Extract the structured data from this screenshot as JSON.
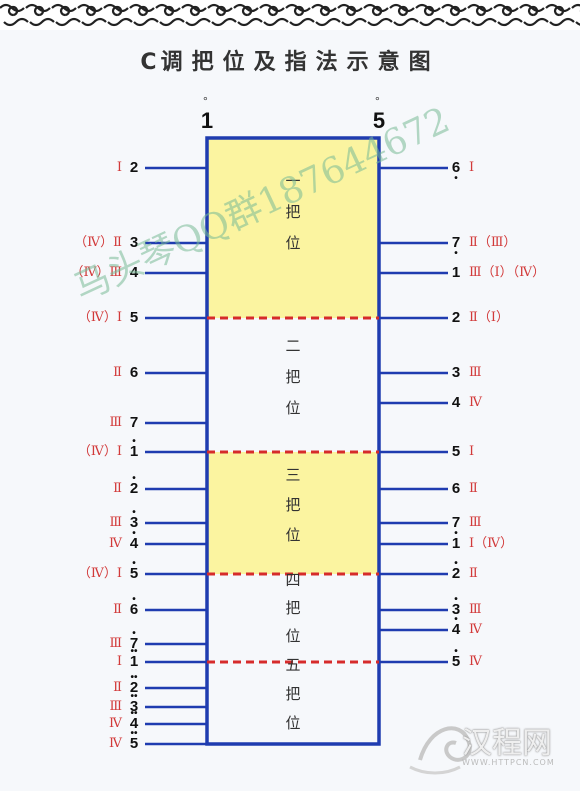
{
  "title": {
    "key": "C",
    "text": "调把位及指法示意图"
  },
  "strings": {
    "left": {
      "number": "1",
      "dot": "°"
    },
    "right": {
      "number": "5",
      "dot": "°"
    }
  },
  "positions": [
    {
      "id": "1",
      "label": [
        "一",
        "把",
        "位"
      ]
    },
    {
      "id": "2",
      "label": [
        "二",
        "把",
        "位"
      ]
    },
    {
      "id": "3",
      "label": [
        "三",
        "把",
        "位"
      ]
    },
    {
      "id": "4",
      "label": [
        "四",
        "把",
        "位"
      ]
    },
    {
      "id": "5",
      "label": [
        "五",
        "把",
        "位"
      ]
    }
  ],
  "left_notes": [
    {
      "fingering": "Ⅰ",
      "note": "2",
      "dot": ""
    },
    {
      "fingering": "（Ⅳ）Ⅱ",
      "note": "3",
      "dot": ""
    },
    {
      "fingering": "（Ⅳ）Ⅲ",
      "note": "4",
      "dot": ""
    },
    {
      "fingering": "（Ⅳ）Ⅰ",
      "note": "5",
      "dot": ""
    },
    {
      "fingering": "Ⅱ",
      "note": "6",
      "dot": ""
    },
    {
      "fingering": "Ⅲ",
      "note": "7",
      "dot": ""
    },
    {
      "fingering": "（Ⅳ）Ⅰ",
      "note": "1",
      "dot": "•"
    },
    {
      "fingering": "Ⅱ",
      "note": "2",
      "dot": "•"
    },
    {
      "fingering": "Ⅲ",
      "note": "3",
      "dot": "•"
    },
    {
      "fingering": "Ⅳ",
      "note": "4",
      "dot": "•"
    },
    {
      "fingering": "（Ⅳ）Ⅰ",
      "note": "5",
      "dot": "•"
    },
    {
      "fingering": "Ⅱ",
      "note": "6",
      "dot": "•"
    },
    {
      "fingering": "Ⅲ",
      "note": "7",
      "dot": "•"
    },
    {
      "fingering": "Ⅰ",
      "note": "1",
      "dot": "••"
    },
    {
      "fingering": "Ⅱ",
      "note": "2",
      "dot": "••"
    },
    {
      "fingering": "Ⅲ",
      "note": "3",
      "dot": "••"
    },
    {
      "fingering": "Ⅳ",
      "note": "4",
      "dot": "••"
    },
    {
      "fingering": "Ⅳ",
      "note": "5",
      "dot": "••"
    }
  ],
  "right_notes": [
    {
      "fingering": "Ⅰ",
      "note": "6",
      "dot": "below"
    },
    {
      "fingering": "Ⅱ（Ⅲ）",
      "note": "7",
      "dot": "below"
    },
    {
      "fingering": "Ⅲ（Ⅰ）（Ⅳ）",
      "note": "1",
      "dot": ""
    },
    {
      "fingering": "Ⅱ（Ⅰ）",
      "note": "2",
      "dot": ""
    },
    {
      "fingering": "Ⅲ",
      "note": "3",
      "dot": ""
    },
    {
      "fingering": "Ⅳ",
      "note": "4",
      "dot": ""
    },
    {
      "fingering": "Ⅰ",
      "note": "5",
      "dot": ""
    },
    {
      "fingering": "Ⅱ",
      "note": "6",
      "dot": ""
    },
    {
      "fingering": "Ⅲ",
      "note": "7",
      "dot": ""
    },
    {
      "fingering": "Ⅰ（Ⅳ）",
      "note": "1",
      "dot": "•"
    },
    {
      "fingering": "Ⅱ",
      "note": "2",
      "dot": "•"
    },
    {
      "fingering": "Ⅲ",
      "note": "3",
      "dot": "•"
    },
    {
      "fingering": "Ⅳ",
      "note": "4",
      "dot": "•"
    },
    {
      "fingering": "Ⅳ",
      "note": "5",
      "dot": "•"
    }
  ],
  "watermark": "马头琴QQ群187644672",
  "logo": {
    "text": "汉程网",
    "sub": "WWW.HTTPCN.COM"
  },
  "colors": {
    "board": "#1f3cb0",
    "highlight": "#fbf4a0",
    "divider": "#d62b2b",
    "fingering": "#d23a3a"
  }
}
